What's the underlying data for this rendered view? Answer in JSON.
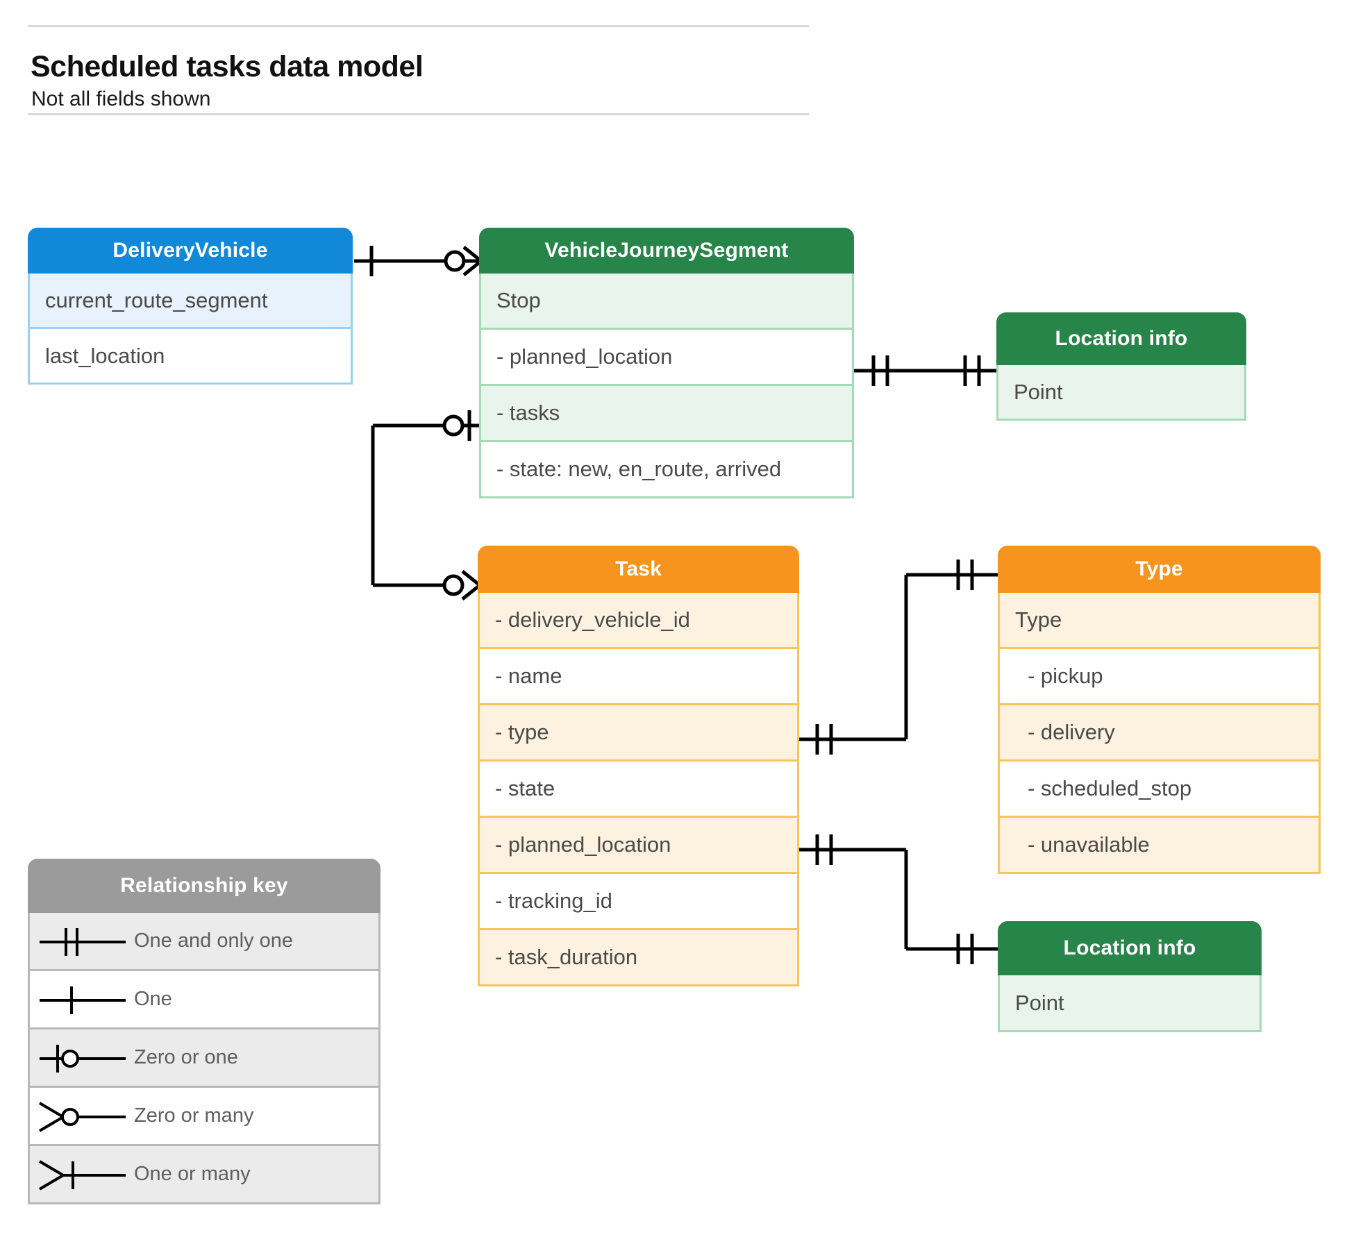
{
  "header": {
    "title": "Scheduled tasks data model",
    "subtitle": "Not all fields shown"
  },
  "colors": {
    "blue_header": "#1289d8",
    "blue_row": "#e8f2fc",
    "blue_border": "#9ecff0",
    "green_header": "#27854a",
    "green_row": "#e9f4ec",
    "green_border": "#a6d9b5",
    "orange_header": "#f7941e",
    "orange_row": "#fdf2df",
    "orange_border": "#fbc457",
    "gray_header": "#9b9b9b",
    "gray_row": "#ebebeb",
    "line": "#000000",
    "text": "#4a4a4a"
  },
  "entities": {
    "delivery_vehicle": {
      "title": "DeliveryVehicle",
      "rows": [
        {
          "label": "current_route_segment"
        },
        {
          "label": "last_location"
        }
      ]
    },
    "vehicle_journey_segment": {
      "title": "VehicleJourneySegment",
      "rows": [
        {
          "label": "Stop"
        },
        {
          "label": "-  planned_location"
        },
        {
          "label": "- tasks"
        },
        {
          "label": "- state: new, en_route, arrived"
        }
      ]
    },
    "location_info_top": {
      "title": "Location info",
      "rows": [
        {
          "label": "Point"
        }
      ]
    },
    "location_info_bottom": {
      "title": "Location info",
      "rows": [
        {
          "label": "Point"
        }
      ]
    },
    "task": {
      "title": "Task",
      "rows": [
        {
          "label": "- delivery_vehicle_id"
        },
        {
          "label": "- name"
        },
        {
          "label": "- type"
        },
        {
          "label": "- state"
        },
        {
          "label": "- planned_location"
        },
        {
          "label": "- tracking_id"
        },
        {
          "label": "- task_duration"
        }
      ]
    },
    "type": {
      "title": "Type",
      "rows": [
        {
          "label": "Type"
        },
        {
          "label": "-   pickup"
        },
        {
          "label": "-   delivery"
        },
        {
          "label": "-   scheduled_stop"
        },
        {
          "label": "-   unavailable"
        }
      ]
    }
  },
  "legend": {
    "title": "Relationship key",
    "items": [
      {
        "symbol": "one-and-only-one",
        "label": "One and only one"
      },
      {
        "symbol": "one",
        "label": "One"
      },
      {
        "symbol": "zero-or-one",
        "label": "Zero or one"
      },
      {
        "symbol": "zero-or-many",
        "label": "Zero or many"
      },
      {
        "symbol": "one-or-many",
        "label": "One or many"
      }
    ]
  },
  "relationships": [
    {
      "from": "DeliveryVehicle",
      "to": "VehicleJourneySegment",
      "from_cardinality": "one",
      "to_cardinality": "zero-or-many"
    },
    {
      "from": "VehicleJourneySegment.planned_location",
      "to": "Location info",
      "from_cardinality": "one-and-only-one",
      "to_cardinality": "one-and-only-one"
    },
    {
      "from": "VehicleJourneySegment.tasks",
      "to": "Task",
      "from_cardinality": "zero-or-one",
      "to_cardinality": "zero-or-many"
    },
    {
      "from": "Task.type",
      "to": "Type",
      "from_cardinality": "one-and-only-one",
      "to_cardinality": "one-and-only-one"
    },
    {
      "from": "Task.planned_location",
      "to": "Location info",
      "from_cardinality": "one-and-only-one",
      "to_cardinality": "one-and-only-one"
    }
  ]
}
